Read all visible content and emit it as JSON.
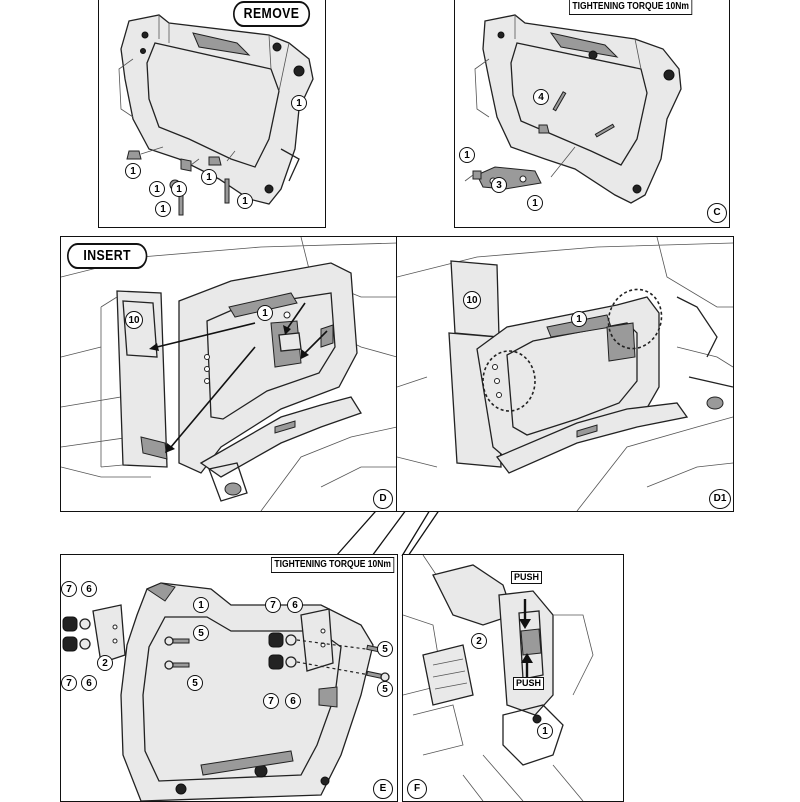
{
  "panels": {
    "top_left": {
      "label": "REMOVE",
      "callouts": [
        "1",
        "1",
        "1",
        "1",
        "1",
        "1",
        "1"
      ]
    },
    "top_right": {
      "torque": "TIGHTENING TORQUE 10Nm",
      "corner": "C",
      "callouts": [
        "4",
        "1",
        "3",
        "1"
      ]
    },
    "mid_left": {
      "label": "INSERT",
      "corner": "D",
      "callouts": [
        "10",
        "1"
      ]
    },
    "mid_right": {
      "corner": "D1",
      "callouts": [
        "10",
        "1"
      ]
    },
    "bottom_left": {
      "torque": "TIGHTENING TORQUE 10Nm",
      "corner": "E",
      "callouts": [
        "7",
        "6",
        "2",
        "7",
        "6",
        "1",
        "5",
        "5",
        "7",
        "6",
        "7",
        "6",
        "5",
        "5"
      ]
    },
    "bottom_right": {
      "corner": "F",
      "push_top": "PUSH",
      "push_bottom": "PUSH",
      "callouts": [
        "2",
        "1"
      ]
    }
  }
}
